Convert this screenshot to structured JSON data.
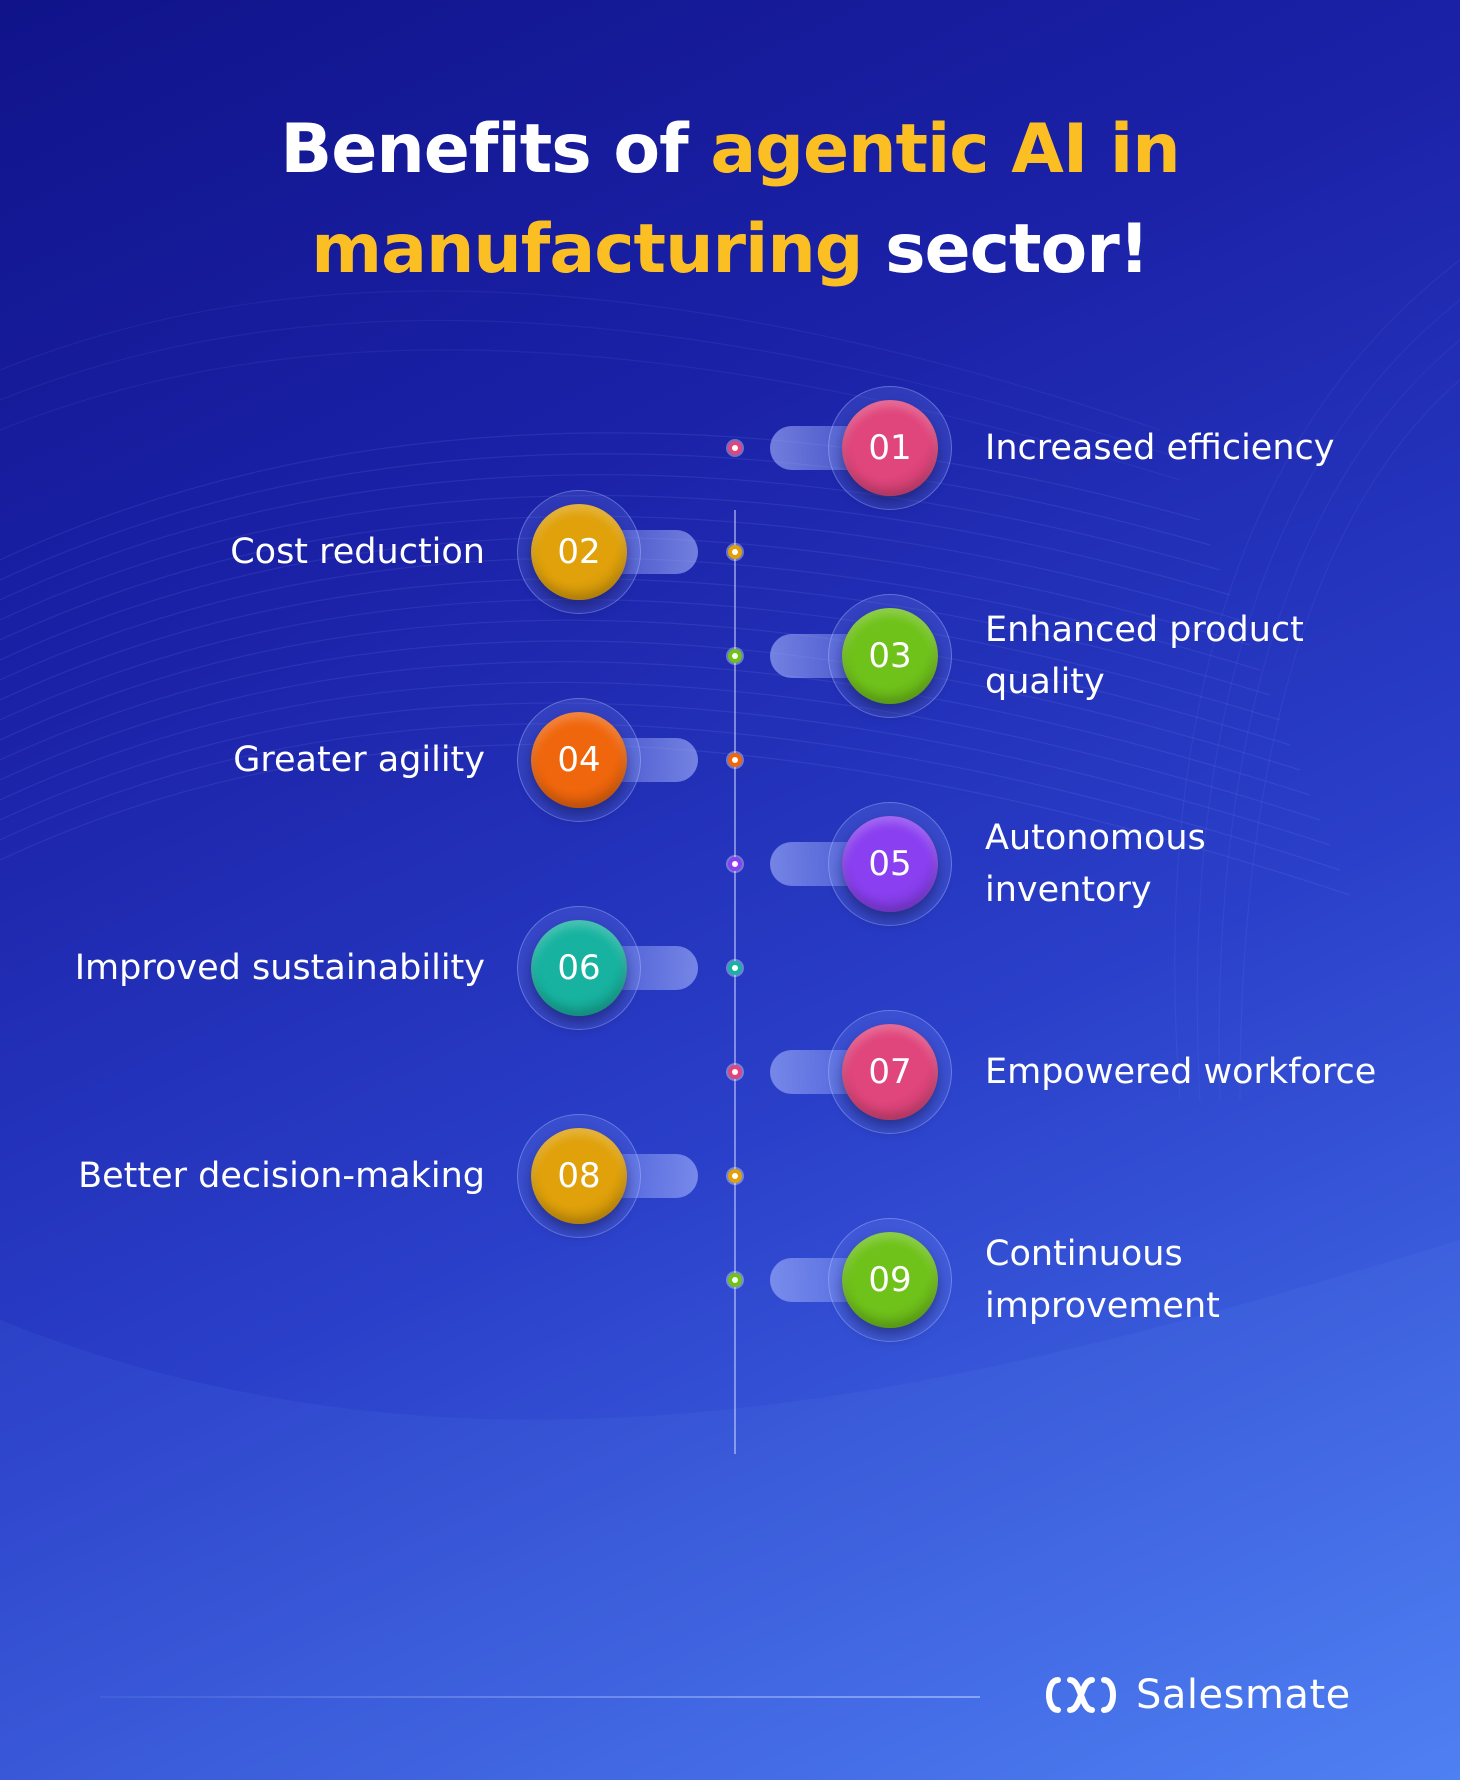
{
  "title": {
    "part1": "Benefits of ",
    "part2": "agentic AI in",
    "part3": "manufacturing",
    "part4": " sector!"
  },
  "items": [
    {
      "number": "01",
      "label": "Increased efficiency",
      "color": "#e0457b"
    },
    {
      "number": "02",
      "label": "Cost reduction",
      "color": "#e0a10a"
    },
    {
      "number": "03",
      "label": "Enhanced product quality",
      "line1": "Enhanced product",
      "line2": "quality",
      "color": "#6fc21a"
    },
    {
      "number": "04",
      "label": "Greater agility",
      "color": "#f0660c"
    },
    {
      "number": "05",
      "label": "Autonomous inventory",
      "line1": "Autonomous",
      "line2": "inventory",
      "color": "#8a3ff0"
    },
    {
      "number": "06",
      "label": "Improved sustainability",
      "color": "#17b3a0"
    },
    {
      "number": "07",
      "label": "Empowered workforce",
      "color": "#e0457b"
    },
    {
      "number": "08",
      "label": "Better decision-making",
      "color": "#e0a10a"
    },
    {
      "number": "09",
      "label": "Continuous improvement",
      "line1": "Continuous",
      "line2": "improvement",
      "color": "#6fc21a"
    }
  ],
  "brand": {
    "name": "Salesmate",
    "logo_icon": "salesmate-logo-icon"
  },
  "colors": {
    "title_highlight": "#fbbf24",
    "background_start": "#10138a",
    "background_end": "#4c7df2"
  }
}
